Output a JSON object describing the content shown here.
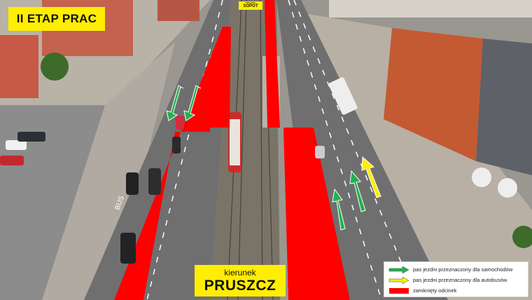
{
  "labels": {
    "stage": "II ETAP PRAC",
    "destination_sign_small": "kierunek",
    "destination_sign": "SOPOT",
    "direction_small": "kierunek",
    "direction_big": "PRUSZCZ",
    "road_marking": "BUS"
  },
  "legend": [
    {
      "icon": "green-arrow",
      "color": "#22b14c",
      "text": "pas jezdni przeznaczony dla samochodów"
    },
    {
      "icon": "yellow-arrow",
      "color": "#ffee00",
      "text": "pas jezdni przeznaczony dla autobusów"
    },
    {
      "icon": "red-bar",
      "color": "#ff0000",
      "text": "zamknięty odcinek"
    }
  ],
  "colors": {
    "closed_section": "#ff0000",
    "car_lane_arrow": "#22b14c",
    "bus_lane_arrow": "#ffee00",
    "label_background": "#ffee00"
  }
}
